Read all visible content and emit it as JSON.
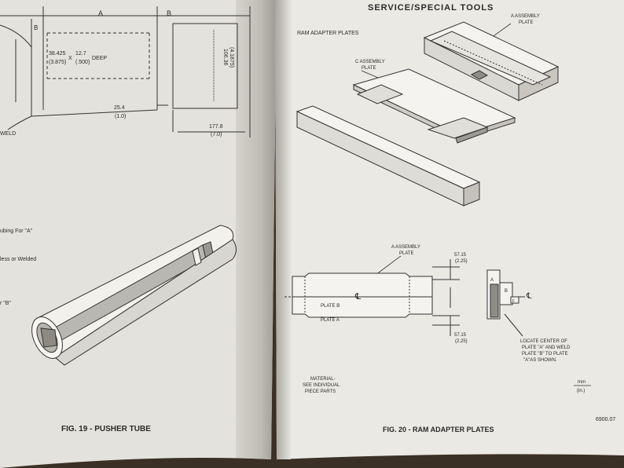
{
  "colors": {
    "table": "#3b3026",
    "paper_left": "#e4e2dc",
    "paper_right": "#ebe9e4",
    "ink": "#2a2a2a"
  },
  "left_page": {
    "dim_a_header": "A",
    "dim_b_header": "B",
    "dim_b_small": "B",
    "hole_dims_top": "38.425",
    "hole_dims_top_in": "(3.875)",
    "hole_x": "X",
    "hole_depth": "12.7",
    "hole_depth_in": "(.500)",
    "hole_deep": "DEEP",
    "height_mm": "106.36",
    "height_in": "(4.1875)",
    "dim_25": "25.4",
    "dim_25_in": "(1.0)",
    "dim_177": "177.8",
    "dim_177_in": "(7.0)",
    "weld_label": "WELD",
    "note_tubing": "ubing For \"A\"",
    "note_seamless": "less or Welded",
    "note_b": "r \"B\"",
    "fig_caption": "FIG. 19 - PUSHER TUBE"
  },
  "right_page": {
    "header": "SERVICE/SPECIAL TOOLS",
    "section_title": "RAM ADAPTER PLATES",
    "a_assembly_top": "A ASSEMBLY",
    "a_assembly_top_2": "PLATE",
    "c_assembly": "C ASSEMBLY",
    "c_assembly_2": "PLATE",
    "a_assembly_mid": "A ASSEMBLY",
    "a_assembly_mid_2": "PLATE",
    "dim_top": "57.15",
    "dim_top_in": "(2.25)",
    "dim_bottom": "57.15",
    "dim_bottom_in": "(2.25)",
    "plate_b": "PLATE B",
    "plate_a": "PLATE A",
    "centerline": "℄",
    "side_a": "A",
    "side_b": "B",
    "side_f": "F",
    "note_1": "LOCATE CENTER OF",
    "note_2": "PLATE \"A\" AND WELD",
    "note_3": "PLATE \"B\" TO PLATE",
    "note_4": "\"A\"AS SHOWN.",
    "material_1": "MATERIAL-",
    "material_2": "SEE INDIVIDUAL",
    "material_3": "PIECE PARTS",
    "unit_mm": "mm",
    "unit_in": "(in.)",
    "fig_caption": "FIG. 20 - RAM ADAPTER PLATES",
    "page_code": "6900.07"
  }
}
